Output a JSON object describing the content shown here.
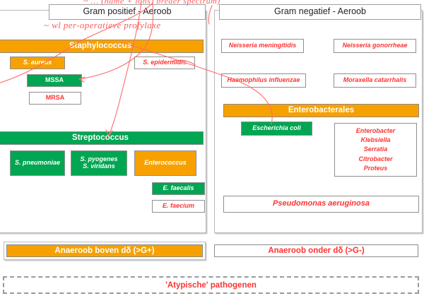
{
  "slide": {
    "gram_positive": {
      "header": "Gram positief - Aeroob",
      "staphylococcus": {
        "band": "Staphylococcus",
        "s_aureus": "S. aureus",
        "mssa": "MSSA",
        "mrsa": "MRSA",
        "s_epidermidis": "S. epidermidis"
      },
      "streptococcus": {
        "band": "Streptococcus",
        "s_pneumoniae": "S. pneumoniae",
        "s_pyogenes_viridans": "S. pyogenes\nS. viridans",
        "s_pyogenes": "S. pyogenes",
        "s_viridans": "S. viridans",
        "enterococcus": "Enterococcus",
        "e_faecalis": "E. faecalis",
        "e_faecium": "E. faecium"
      }
    },
    "gram_negative": {
      "header": "Gram negatief - Aeroob",
      "neisseria_meningitidis": "Neisseria meningitidis",
      "neisseria_gonorrheae": "Neisseria gonorrheae",
      "haemophilus_influenzae": "Haemophilus influenzae",
      "moraxella_catarrhalis": "Moraxella catarrhalis",
      "enterobacterales": {
        "band": "Enterobacterales",
        "escherichia_coli": "Escherichia coli",
        "genera": [
          "Enterobacter",
          "Klebsiella",
          "Serratia",
          "Citrobacter",
          "Proteus"
        ]
      },
      "pseudomonas_aeruginosa": "Pseudomonas aeruginosa"
    },
    "bottom": {
      "anaerobe_above": "Anaeroob boven dδ (>G+)",
      "anaerobe_below": "Anaeroob onder dδ (>G-)",
      "atypical": "'Atypische' pathogenen"
    },
    "annotations": {
      "top_cut": "~ … (name + ions) breder spectrum)",
      "left_note": "~ wl per-operatieve profylaxe"
    },
    "colors": {
      "orange": "#F7A100",
      "green": "#00A651",
      "red_text": "#FF3333",
      "ink_red": "#FF5B5B",
      "frame_gray": "#BDBDBD"
    }
  }
}
